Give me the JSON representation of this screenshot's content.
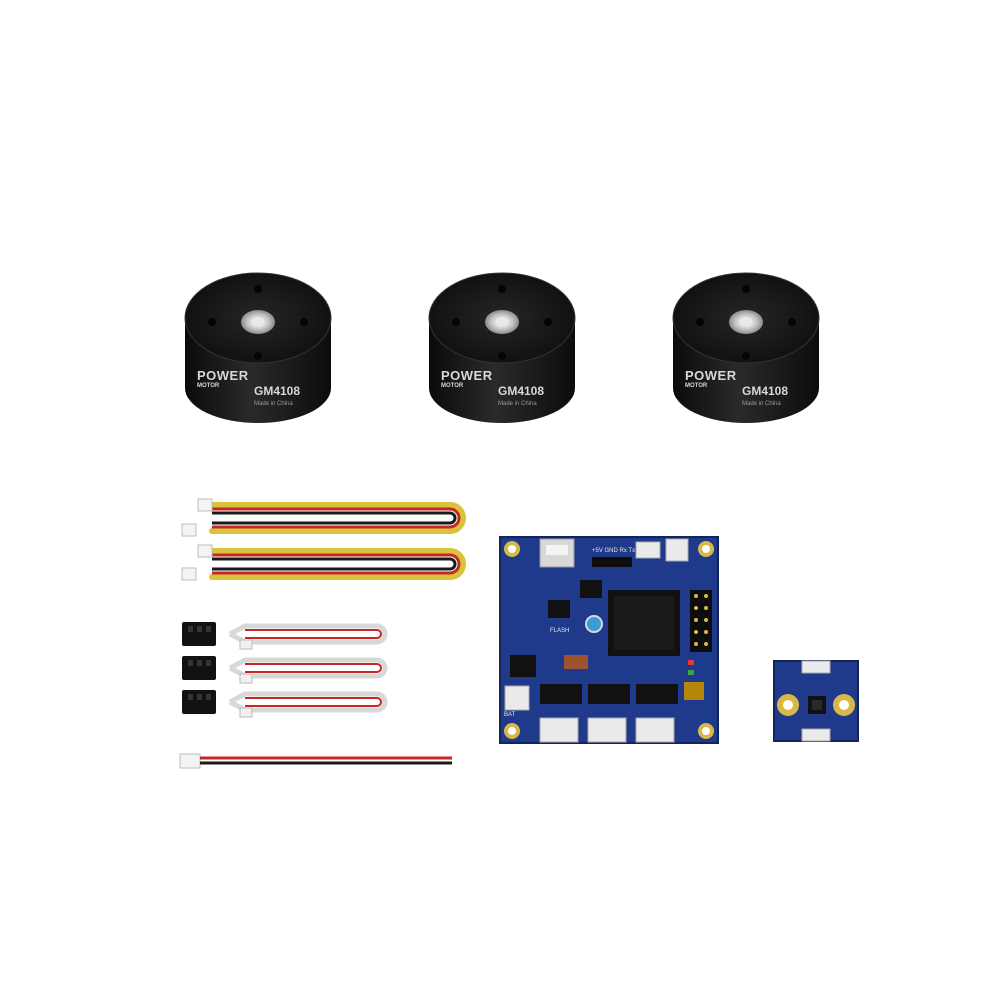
{
  "motors": [
    {
      "brand": "POWER",
      "sub": "MOTOR",
      "model": "GM4108",
      "made": "Made in China"
    },
    {
      "brand": "POWER",
      "sub": "MOTOR",
      "model": "GM4108",
      "made": "Made in China"
    },
    {
      "brand": "POWER",
      "sub": "MOTOR",
      "model": "GM4108",
      "made": "Made in China"
    }
  ],
  "board": {
    "header_label": "+5V GND Rx Tx",
    "flash_label": "FLASH",
    "bat_label": "BAT"
  },
  "colors": {
    "motor_body": "#161616",
    "pcb_blue": "#1f3a8a",
    "wire_red": "#c62828",
    "wire_black": "#1a1a1a",
    "wire_yellow": "#d9c33a",
    "chip_black": "#111111"
  }
}
